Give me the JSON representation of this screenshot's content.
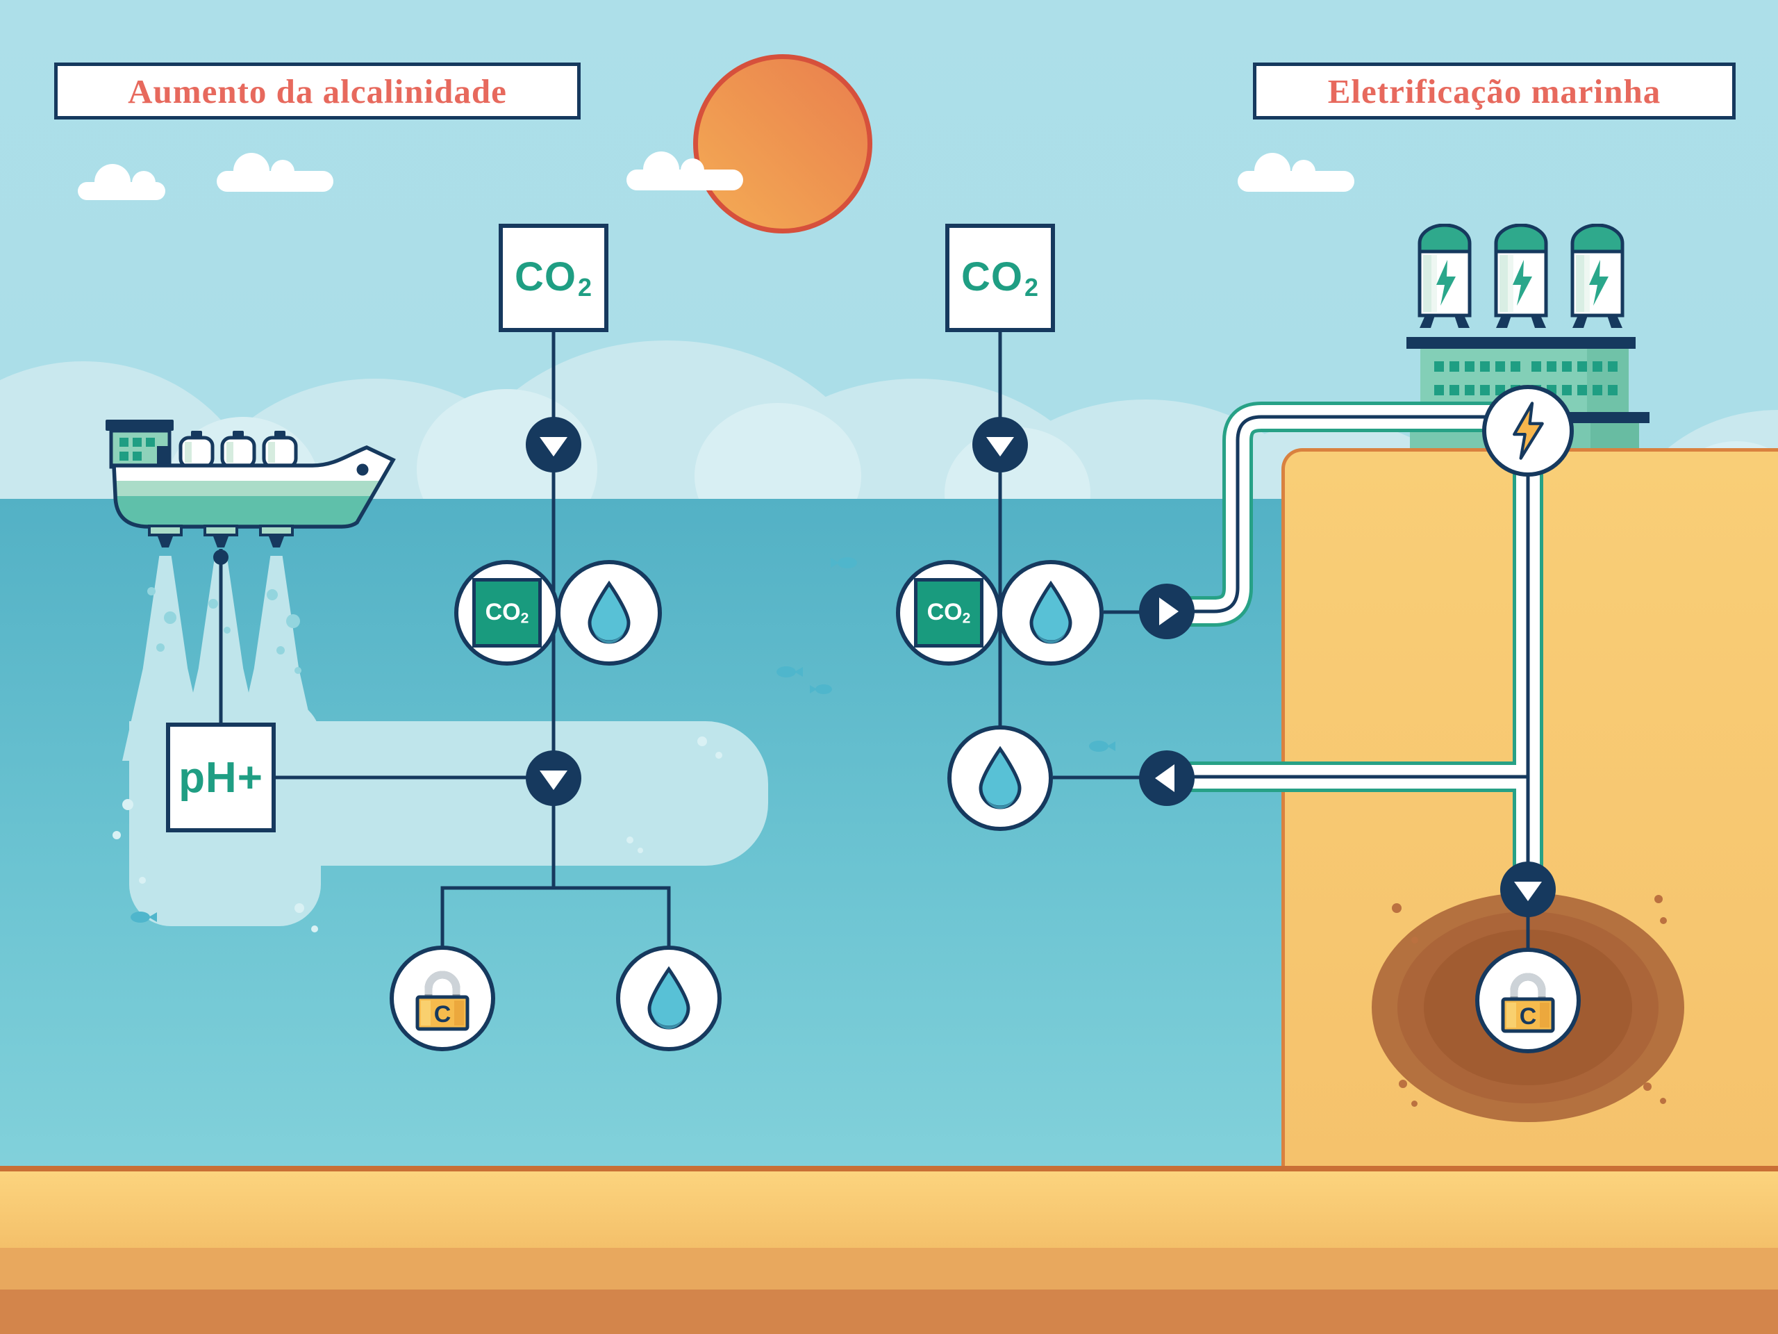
{
  "titles": {
    "left": "Aumento da alcalinidade",
    "right": "Eletrificação marinha"
  },
  "chemistry": {
    "co2_main": "CO",
    "co2_sub": "2",
    "ph_label": "pH+",
    "carbon_label": "C"
  },
  "icons": {
    "down_arrow": "triangle-down",
    "right_arrow": "triangle-right",
    "left_arrow": "triangle-left",
    "droplet": "water-drop",
    "lock": "padlock",
    "bolt": "lightning",
    "sun": "sun-disc",
    "ship": "alkalinity-spreader-ship",
    "platform": "marine-electrification-plant"
  },
  "colors": {
    "navy": "#16395e",
    "green": "#1f9e83",
    "coral": "#e7695d",
    "sky": "#a9dee7",
    "ocean_top": "#53b1c5",
    "ocean_bottom": "#8ed8df",
    "plume": "#bfe5eb",
    "pipe_green": "#27a186",
    "sand": "#f7ca74",
    "sand_border": "#d9813f",
    "storage_brown": "#ab6539",
    "lock_orange": "#f6bb4d",
    "sun_border": "#d6503c"
  }
}
